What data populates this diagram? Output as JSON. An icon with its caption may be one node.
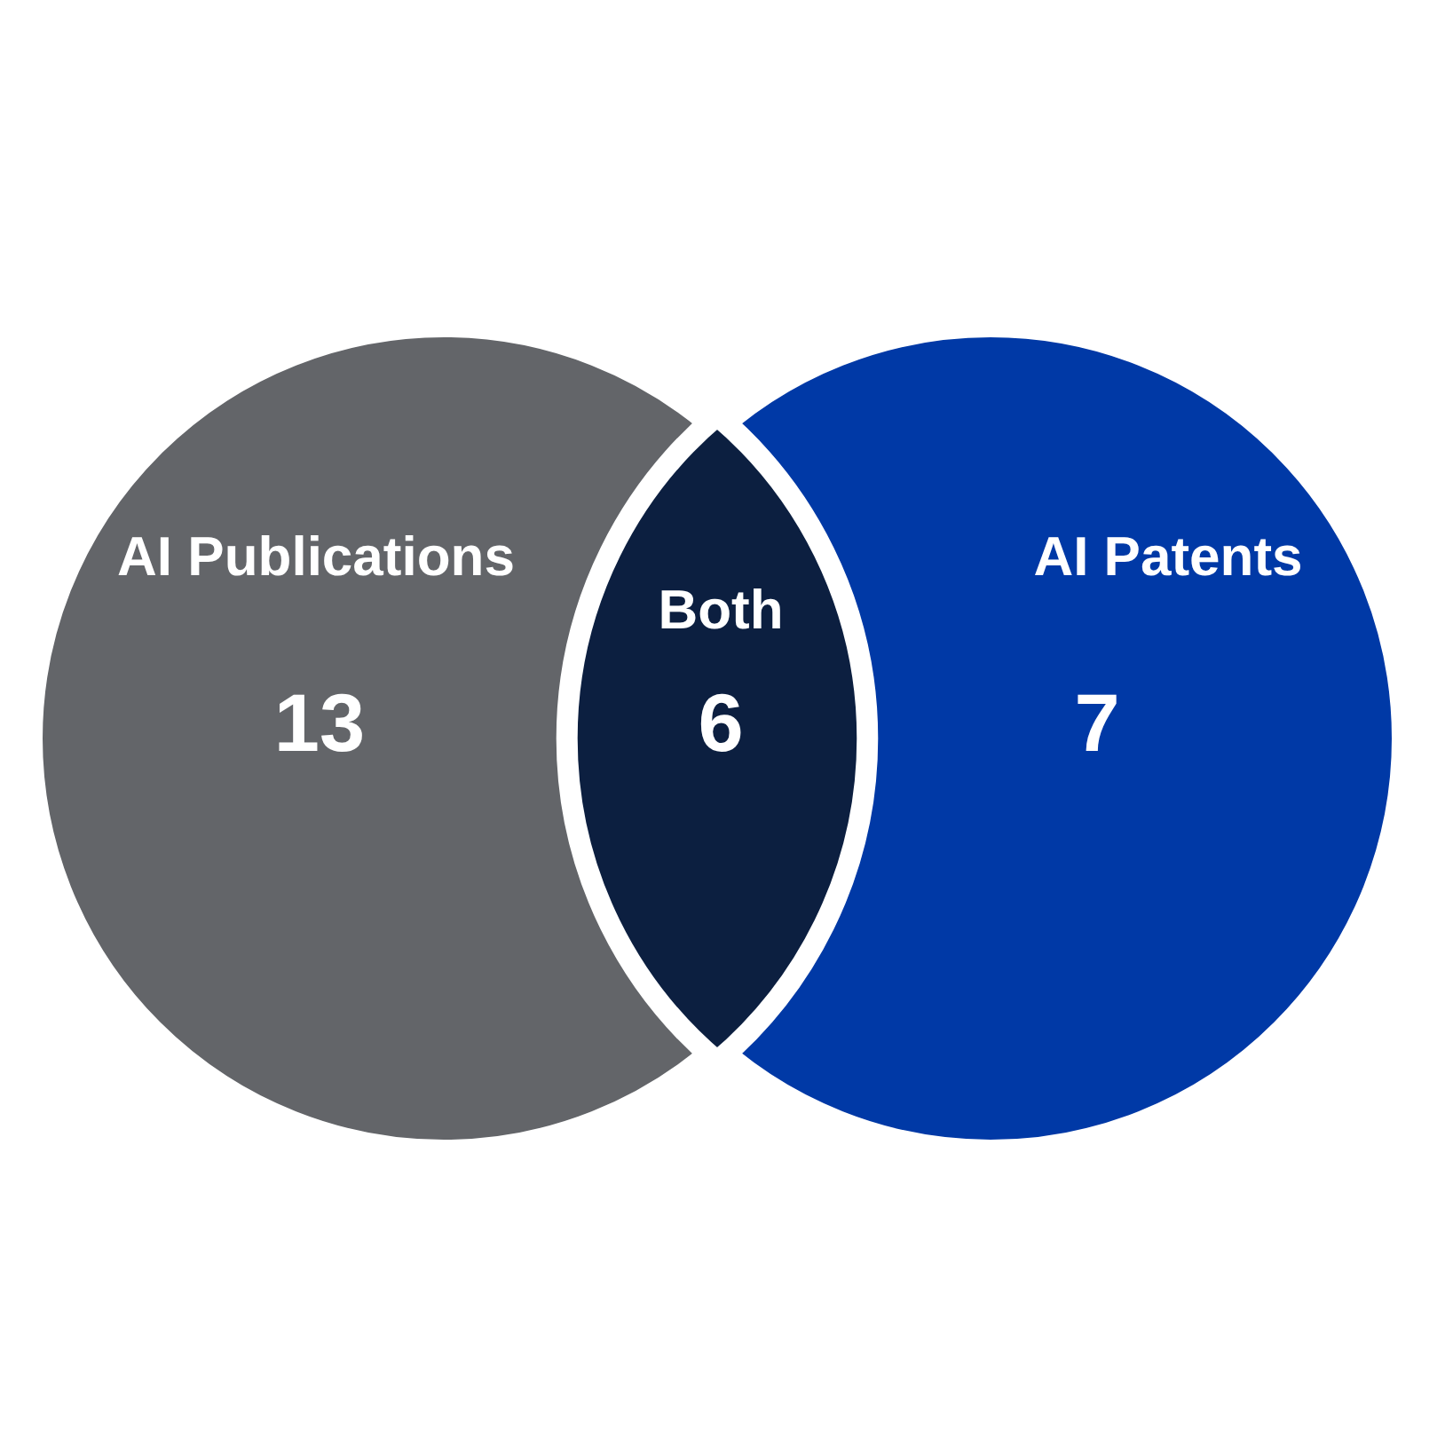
{
  "diagram": {
    "nodes": [
      {
        "text": [
          "AI Publications",
          "13"
        ]
      },
      {
        "text": [
          "AI Patents",
          "7"
        ]
      },
      {
        "text": [
          "Both",
          "6"
        ]
      }
    ]
  }
}
